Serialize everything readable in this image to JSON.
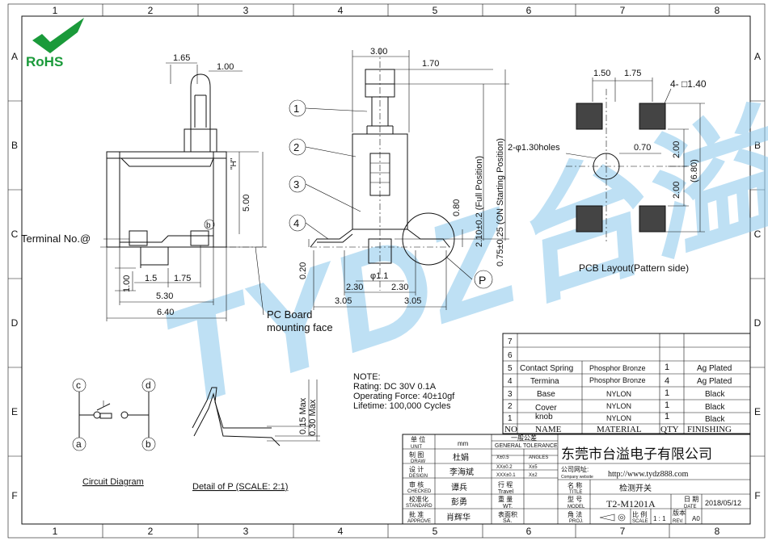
{
  "border": {
    "col_labels": [
      "1",
      "2",
      "3",
      "4",
      "5",
      "6",
      "7",
      "8"
    ],
    "row_labels": [
      "A",
      "B",
      "C",
      "D",
      "E",
      "F"
    ]
  },
  "logo": {
    "text": "RoHS"
  },
  "watermark": {
    "text": "TYDZ台溢"
  },
  "colors": {
    "logo_green": "#1a9a3a",
    "watermark_blue": "#8ac8ec",
    "pcb_pad": "#444444"
  },
  "side_view": {
    "dim_165": "1.65",
    "dim_100_top": "1.00",
    "dim_500": "5.00",
    "dim_h": "\"H\"",
    "terminal_label": "Terminal No.@",
    "marker_b": "b",
    "dim_100_left": "1.00",
    "dim_15": "1.5",
    "dim_175": "1.75",
    "dim_530": "5.30",
    "dim_640": "6.40",
    "pcb_board_label": [
      "PC Board",
      "mounting face"
    ]
  },
  "front_view": {
    "dim_300": "3.00",
    "dim_170": "1.70",
    "callouts": [
      "1",
      "2",
      "3",
      "4"
    ],
    "dim_020": "0.20",
    "dim_phi11": "φ1.1",
    "dim_230_l": "2.30",
    "dim_230_r": "2.30",
    "dim_305_l": "3.05",
    "dim_305_r": "3.05",
    "dim_080": "0.80",
    "full_pos": "2.10±0.2  (Full Position)",
    "on_pos": "0.75±0.25  (ON Starting Position)",
    "detail_marker": "P"
  },
  "pcb": {
    "dim_150": "1.50",
    "dim_175": "1.75",
    "dim_pad": "4- □1.40",
    "holes": "2-φ1.30holes",
    "dim_070": "0.70",
    "dim_200_top": "2.00",
    "dim_200_bot": "2.00",
    "dim_680": "(6.80)",
    "caption": "PCB Layout(Pattern side)"
  },
  "note": {
    "title": "NOTE:",
    "lines": [
      "Rating: DC 30V 0.1A",
      "Operating Force: 40±10gf",
      "Lifetime: 100,000 Cycles"
    ]
  },
  "circuit": {
    "nodes": [
      "c",
      "d",
      "a",
      "b"
    ],
    "caption": "Circuit Diagram"
  },
  "detail": {
    "dim_015": "0.15 Max",
    "dim_030": "0.30 Max",
    "caption": "Detail of P (SCALE: 2:1)"
  },
  "bom": {
    "empty_rows": [
      "7",
      "6"
    ],
    "rows": [
      {
        "no": "5",
        "name": "Contact Spring",
        "material": "Phosphor Bronze",
        "qty": "1",
        "finish": "Ag Plated"
      },
      {
        "no": "4",
        "name": "Termina",
        "material": "Phosphor Bronze",
        "qty": "4",
        "finish": "Ag Plated"
      },
      {
        "no": "3",
        "name": "Base",
        "material": "NYLON",
        "qty": "1",
        "finish": "Black"
      },
      {
        "no": "2",
        "name": "Cover",
        "material": "NYLON",
        "qty": "1",
        "finish": "Black"
      },
      {
        "no": "1",
        "name": "knob",
        "material": "NYLON",
        "qty": "1",
        "finish": "Black"
      }
    ],
    "headers": {
      "no": "NO",
      "name": "NAME",
      "material": "MATERIAL",
      "qty": "QTY",
      "finish": "FINISHING"
    }
  },
  "title_block": {
    "unit_cn": "单 位",
    "unit_en": "UNIT",
    "unit_val": "mm",
    "tol_cn": "一般公差",
    "tol_en": "GENERAL TOLERANCE",
    "tol": [
      {
        "a": "X±0.5",
        "b": "ANGLES"
      },
      {
        "a": "XX±0.2",
        "b": "X±5"
      },
      {
        "a": "XXX±0.1",
        "b": "X±2"
      }
    ],
    "roles": [
      {
        "cn": "制  图",
        "en": "DRAW",
        "name": "杜娟"
      },
      {
        "cn": "设  计",
        "en": "DESIGN",
        "name": "李海斌"
      },
      {
        "cn": "审  核",
        "en": "CHECKED",
        "name": "谭兵"
      },
      {
        "cn": "校准化",
        "en": "STANDARD",
        "name": "彭勇"
      },
      {
        "cn": "批  准",
        "en": "APPROVE",
        "name": "肖辉华"
      }
    ],
    "travel_cn": "行  程",
    "travel_en": "Travel",
    "wt_cn": "重  量",
    "wt_en": "WT.",
    "sa_cn": "表面积",
    "sa_en": "SA.",
    "company": "东莞市台溢电子有限公司",
    "website_cn": "公司网址:",
    "website_en": "Company website",
    "website": "http://www.tydz888.com",
    "title_cn": "名  称",
    "title_en": "TITLE",
    "title_val": "检测开关",
    "model_cn": "型  号",
    "model_en": "MODEL",
    "model_val": "T2-M1201A",
    "date_cn": "日  期",
    "date_en": "DATE",
    "date_val": "2018/05/12",
    "proj_cn": "角  法",
    "proj_en": "PROJ.",
    "scale_cn": "比 例",
    "scale_en": "SCALE",
    "scale_val": "1 : 1",
    "rev_cn": "版本",
    "rev_en": "REV.",
    "rev_val": "A0"
  }
}
